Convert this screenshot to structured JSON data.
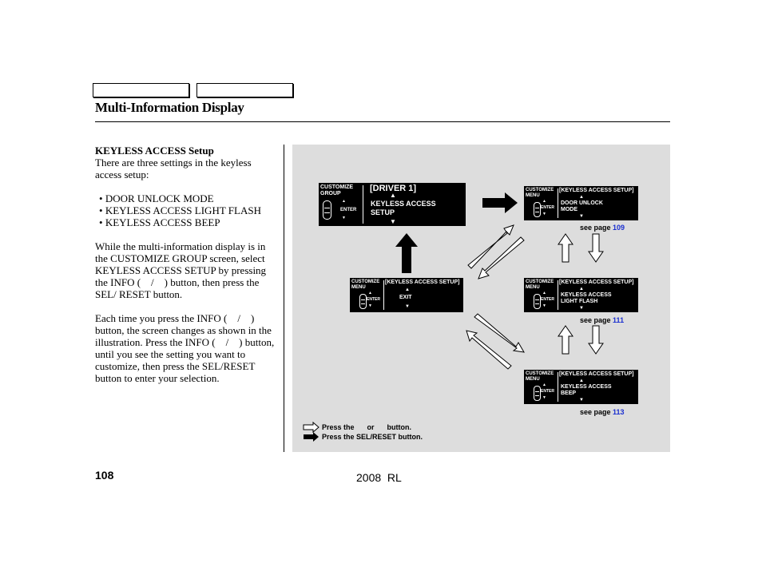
{
  "header": {
    "title": "Multi-Information Display"
  },
  "text": {
    "heading": "KEYLESS ACCESS Setup",
    "intro": "There are three settings in the keyless access setup:",
    "bullets": [
      "DOOR UNLOCK MODE",
      "KEYLESS ACCESS LIGHT FLASH",
      "KEYLESS ACCESS BEEP"
    ],
    "para1": "While the multi-information display is in the CUSTOMIZE GROUP screen, select KEYLESS ACCESS SETUP by pressing the INFO ( / ) button, then press the SEL/ RESET button.",
    "para2": "Each time you press the INFO ( / ) button, the screen changes as shown in the illustration. Press the INFO ( / ) button, until you see the setting you want to customize, then press the SEL/RESET button to enter your selection."
  },
  "figure": {
    "screens": {
      "driver": {
        "menu": "CUSTOMIZE\nGROUP",
        "head": "[DRIVER 1]",
        "item": "KEYLESS ACCESS\nSETUP",
        "enter": "ENTER",
        "up": "▲",
        "down": "▼"
      },
      "exit": {
        "menu": "CUSTOMIZE\nMENU",
        "head": "[KEYLESS ACCESS SETUP]",
        "item": "EXIT",
        "enter": "ENTER",
        "up": "▲",
        "down": "▼"
      },
      "door": {
        "menu": "CUSTOMIZE\nMENU",
        "head": "[KEYLESS ACCESS SETUP]",
        "item": "DOOR UNLOCK\nMODE",
        "enter": "ENTER",
        "up": "▲",
        "down": "▼"
      },
      "flash": {
        "menu": "CUSTOMIZE\nMENU",
        "head": "[KEYLESS ACCESS SETUP]",
        "item": "KEYLESS ACCESS\nLIGHT FLASH",
        "enter": "ENTER",
        "up": "▲",
        "down": "▼"
      },
      "beep": {
        "menu": "CUSTOMIZE\nMENU",
        "head": "[KEYLESS ACCESS SETUP]",
        "item": "KEYLESS ACCESS\nBEEP",
        "enter": "ENTER",
        "up": "▲",
        "down": "▼"
      }
    },
    "see_pages": [
      {
        "label": "see page",
        "page": "109"
      },
      {
        "label": "see page",
        "page": "111"
      },
      {
        "label": "see page",
        "page": "113"
      }
    ],
    "legend": {
      "press_info": "Press the   or   button.",
      "press_sel": "Press the SEL/RESET button."
    }
  },
  "footer": {
    "page_number": "108",
    "model": "2008  RL"
  }
}
